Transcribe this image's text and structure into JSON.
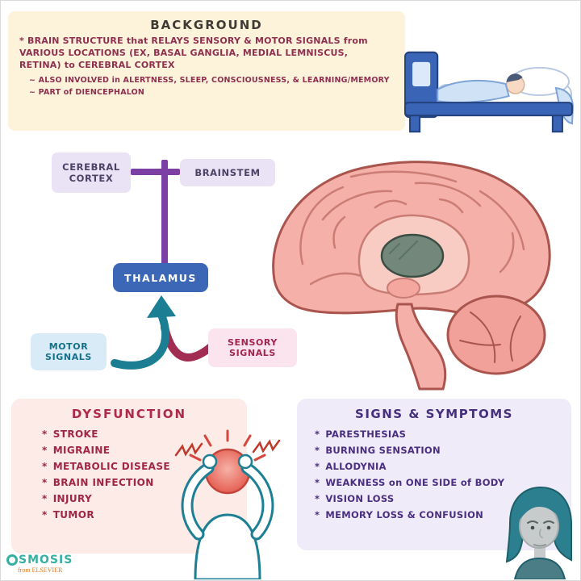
{
  "background": {
    "title": "BACKGROUND",
    "line1": "* BRAIN STRUCTURE that RELAYS SENSORY & MOTOR SIGNALS from VARIOUS LOCATIONS (EX, BASAL GANGLIA, MEDIAL LEMNISCUS, RETINA) to CEREBRAL CORTEX",
    "line2": "~ ALSO INVOLVED in ALERTNESS, SLEEP, CONSCIOUSNESS, & LEARNING/MEMORY",
    "line3": "~ PART of DIENCEPHALON"
  },
  "flow": {
    "cerebral_cortex": "CEREBRAL CORTEX",
    "brainstem": "BRAINSTEM",
    "thalamus": "THALAMUS",
    "motor_signals": "MOTOR SIGNALS",
    "sensory_signals": "SENSORY SIGNALS"
  },
  "bullets": {
    "star": "*",
    "tilde": "~"
  },
  "dysfunction": {
    "title": "DYSFUNCTION",
    "items": [
      "STROKE",
      "MIGRAINE",
      "METABOLIC DISEASE",
      "BRAIN INFECTION",
      "INJURY",
      "TUMOR"
    ]
  },
  "signs": {
    "title": "SIGNS & SYMPTOMS",
    "items": [
      "PARESTHESIAS",
      "BURNING SENSATION",
      "ALLODYNIA",
      "WEAKNESS on ONE SIDE of BODY",
      "VISION LOSS",
      "MEMORY LOSS & CONFUSION"
    ]
  },
  "logo": {
    "brand_rest": "SMOSIS",
    "tagline": "from ELSEVIER"
  },
  "illustrations": {
    "bed": "sleeping-person-in-bed-illustration",
    "brain": "sagittal-brain-with-thalamus-highlighted",
    "arrows": "motor-and-sensory-signal-arrows",
    "person": "person-with-headache-illustration",
    "woman": "confused-woman-face-illustration"
  },
  "colors": {
    "cream": "#fcf3da",
    "maroon_text": "#8f2f4f",
    "thalamus_blue": "#3b67b6",
    "connector_purple": "#7c3fa4",
    "teal": "#1b7e93",
    "sensory_maroon": "#a12d52",
    "dysfunction_red": "#ae2a48",
    "symptoms_purple": "#46307d",
    "brain_pink": "#f5b0a9",
    "thalamus_gray_green": "#73887a",
    "osmosis_teal": "#35b0a2",
    "elsevier_orange": "#e07b27"
  }
}
